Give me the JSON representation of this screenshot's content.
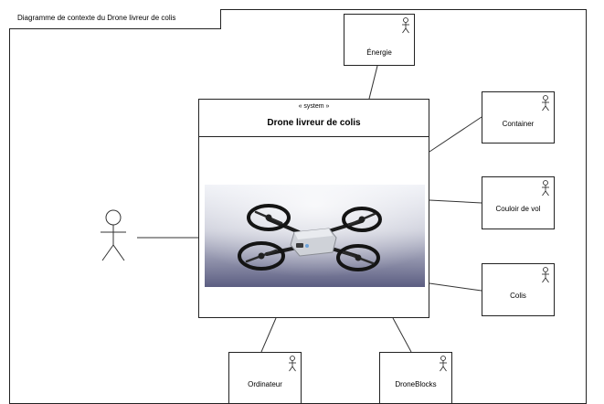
{
  "diagram": {
    "title": "Diagramme de contexte du Drone livreur de colis",
    "system": {
      "stereotype": "« system »",
      "name": "Drone livreur de colis"
    },
    "actors": [
      {
        "label": "Énergie"
      },
      {
        "label": "Container"
      },
      {
        "label": "Couloir de vol"
      },
      {
        "label": "Colis"
      },
      {
        "label": "Ordinateur"
      },
      {
        "label": "DroneBlocks"
      }
    ]
  }
}
